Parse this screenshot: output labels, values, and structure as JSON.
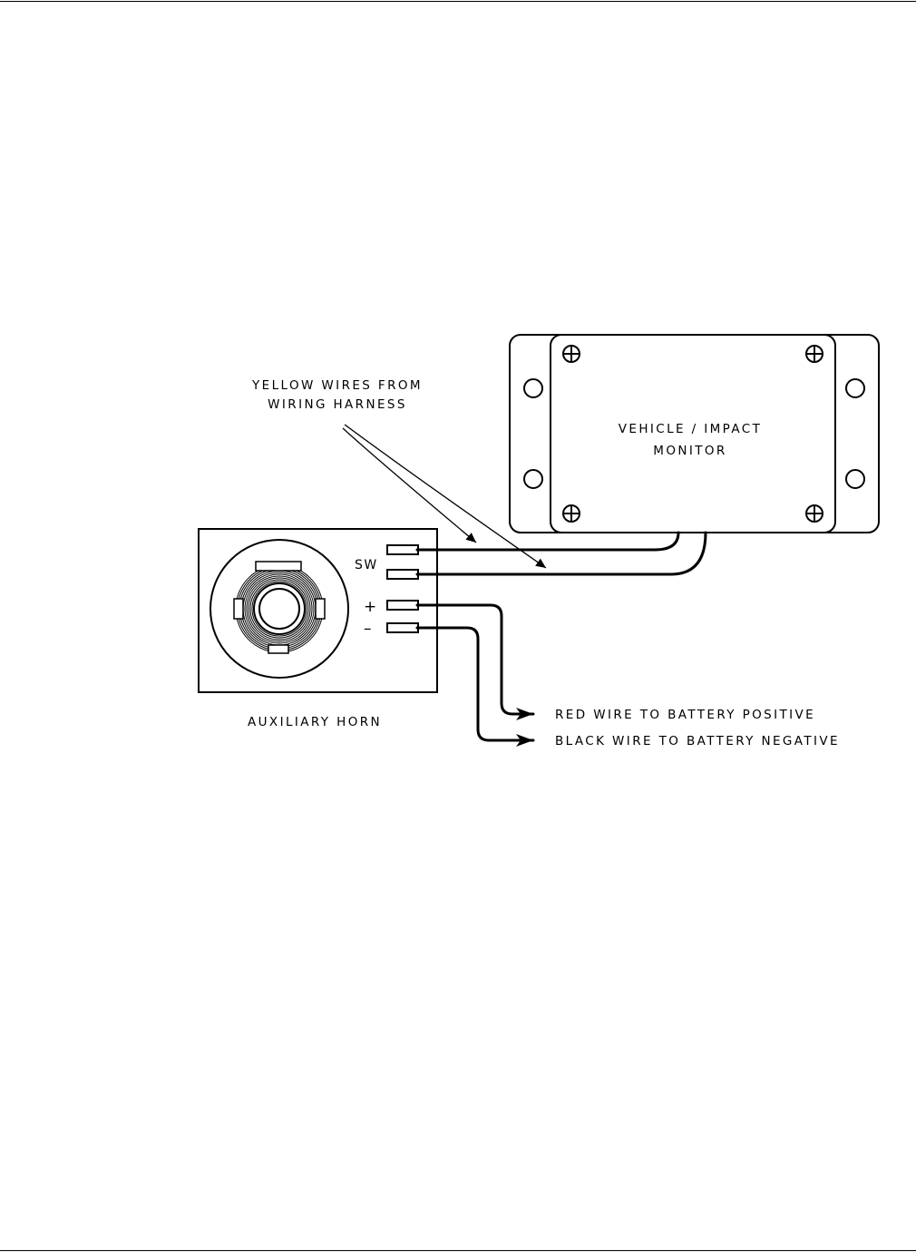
{
  "monitor": {
    "line1": "VEHICLE / IMPACT",
    "line2": "MONITOR"
  },
  "callout": {
    "line1": "YELLOW WIRES FROM",
    "line2": "WIRING HARNESS"
  },
  "horn": {
    "caption": "AUXILIARY HORN",
    "sw_label": "SW",
    "plus_label": "+",
    "minus_label": "–"
  },
  "wires": {
    "red": "RED WIRE TO BATTERY POSITIVE",
    "black": "BLACK WIRE TO BATTERY NEGATIVE"
  }
}
